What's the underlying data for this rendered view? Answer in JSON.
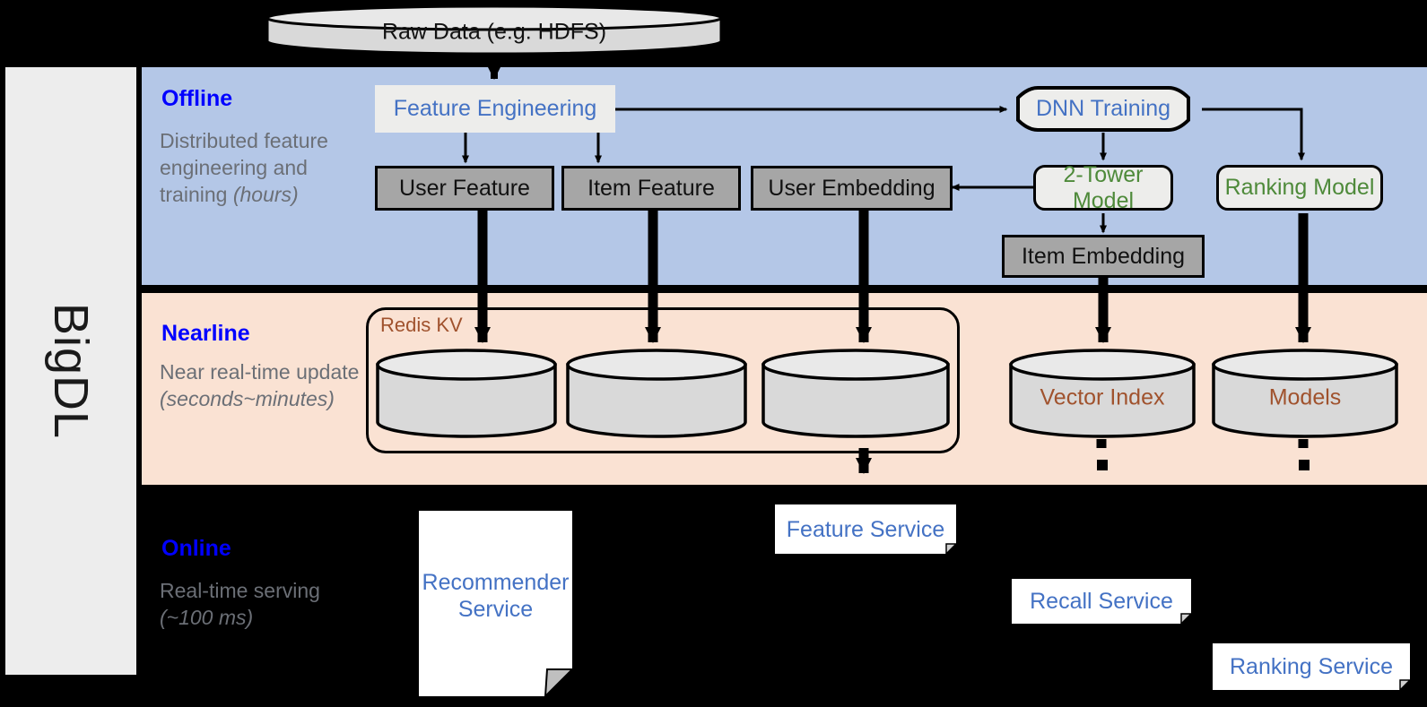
{
  "sidebar": {
    "label": "BigDL"
  },
  "bands": {
    "offline": {
      "title": "Offline",
      "subtitle": "Distributed feature engineering and training (hours)",
      "sub_plain": "Distributed feature engineering and training ",
      "sub_italic": "(hours)",
      "bg": "#b4c7e7"
    },
    "nearline": {
      "title": "Nearline",
      "subtitle": "Near real-time update (seconds~minutes)",
      "sub_plain": "Near real-time update ",
      "sub_italic": "(seconds~minutes)",
      "bg": "#fae2d3"
    },
    "online": {
      "title": "Online",
      "subtitle": "Real-time serving (~100 ms)",
      "sub_plain": "Real-time serving ",
      "sub_italic": "(~100 ms)",
      "bg": "#000000"
    }
  },
  "nodes": {
    "raw_data": "Raw Data (e.g. HDFS)",
    "feature_engineering": "Feature Engineering",
    "dnn_training": "DNN Training",
    "user_feature": "User Feature",
    "item_feature": "Item Feature",
    "user_embedding": "User Embedding",
    "two_tower_model": "2-Tower Model",
    "ranking_model": "Ranking Model",
    "item_embedding": "Item Embedding",
    "redis_kv": "Redis KV",
    "vector_index": "Vector Index",
    "models": "Models",
    "feature_service": "Feature Service",
    "recommender_service": "Recommender Service",
    "recommender_service_l1": "Recommender",
    "recommender_service_l2": "Service",
    "recall_service": "Recall Service",
    "ranking_service": "Ranking Service"
  },
  "colors": {
    "band_title": "#0000ff",
    "band_sub": "#6b6f76",
    "blue_text": "#4472c4",
    "green_text": "#4e8a3a",
    "brown_text": "#a0522d",
    "grey_box_fill": "#a6a6a6",
    "light_fill": "#ededeb",
    "cylinder_fill": "#d9d9d9",
    "stroke": "#000000",
    "sidebar_fill": "#ededed"
  }
}
